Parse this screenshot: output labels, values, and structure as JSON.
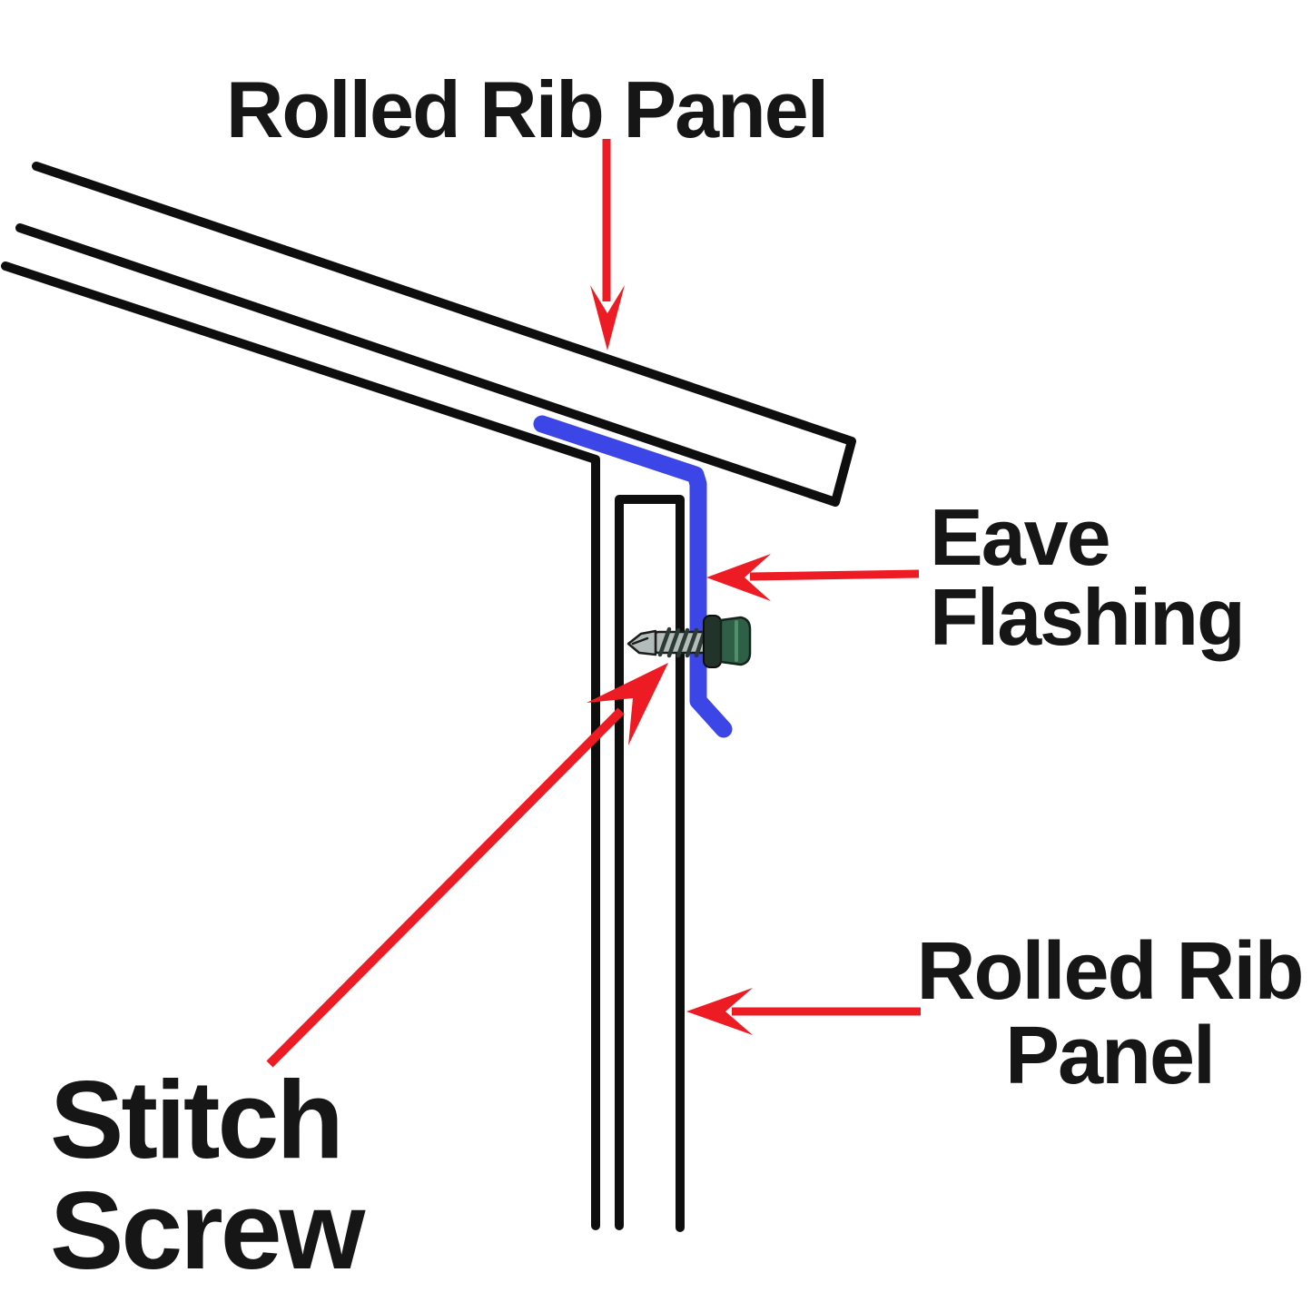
{
  "diagram": {
    "labels": {
      "roof_panel_top": "Rolled Rib Panel",
      "eave_flashing_line1": "Eave",
      "eave_flashing_line2": "Flashing",
      "wall_panel_line1": "Rolled Rib",
      "wall_panel_line2": "Panel",
      "stitch_screw_line1": "Stitch",
      "stitch_screw_line2": "Screw"
    },
    "colors": {
      "background": "#ffffff",
      "line": "#0e0e0e",
      "arrow_red": "#ed1c24",
      "flashing_blue": "#3c46e6",
      "text": "#161616",
      "screw_silver": "#b3bcbb",
      "screw_outline": "#1c1c1c",
      "screw_thread": "#2c3a34",
      "washer_dark": "#22342a",
      "screw_green": "#2f6047",
      "screw_highlight": "#4f8f6a"
    }
  }
}
